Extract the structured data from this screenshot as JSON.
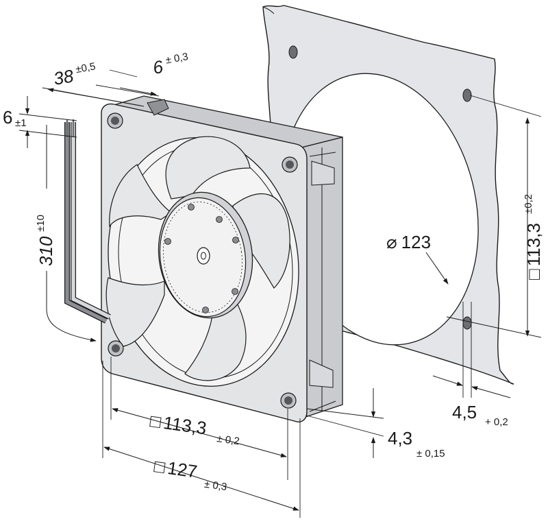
{
  "dimensions": {
    "lead_length": {
      "symbol": "",
      "value": "38",
      "tol": "±0,5"
    },
    "stripped_length": {
      "symbol": "",
      "value": "6",
      "tol": "± 0,3"
    },
    "lead_offset": {
      "symbol": "",
      "value": "6",
      "tol": "±1"
    },
    "cable_length": {
      "symbol": "",
      "value": "310",
      "tol": "±10"
    },
    "hole_pitch_side": {
      "symbol": "□",
      "value": "113,3",
      "tol": "±0,2"
    },
    "cutout_diameter": {
      "symbol": "⌀",
      "value": "123",
      "tol": ""
    },
    "hole_pitch_front": {
      "symbol": "□",
      "value": "113,3",
      "tol": "± 0,2"
    },
    "frame_size": {
      "symbol": "□",
      "value": "127",
      "tol": "± 0,3"
    },
    "flange_thickness": {
      "symbol": "",
      "value": "4,3",
      "tol": "± 0,15"
    },
    "hole_diameter": {
      "symbol": "",
      "value": "4,5",
      "tol": "+ 0,2"
    }
  },
  "colors": {
    "line": "#1a1a1a",
    "panel_fill": "#e3e5e8",
    "fan_fill": "#e3e4e6",
    "hub_fill": "#f2f2f2"
  }
}
